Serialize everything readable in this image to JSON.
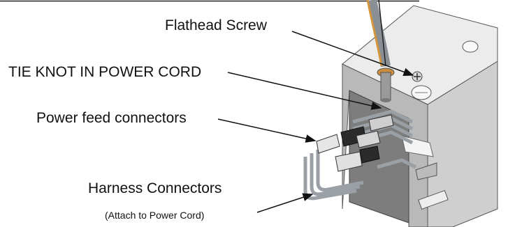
{
  "labels": {
    "flathead_screw": "Flathead Screw",
    "tie_knot": "TIE KNOT IN POWER CORD",
    "power_feed": "Power feed connectors",
    "harness": "Harness Connectors",
    "harness_note": "(Attach to Power Cord)"
  },
  "colors": {
    "housing_light": "#e6e6e6",
    "housing_mid": "#c8c8c8",
    "housing_dark": "#9a9a9a",
    "cord": "#8a8f96",
    "cord_orange": "#d4953b",
    "line": "#111111"
  }
}
